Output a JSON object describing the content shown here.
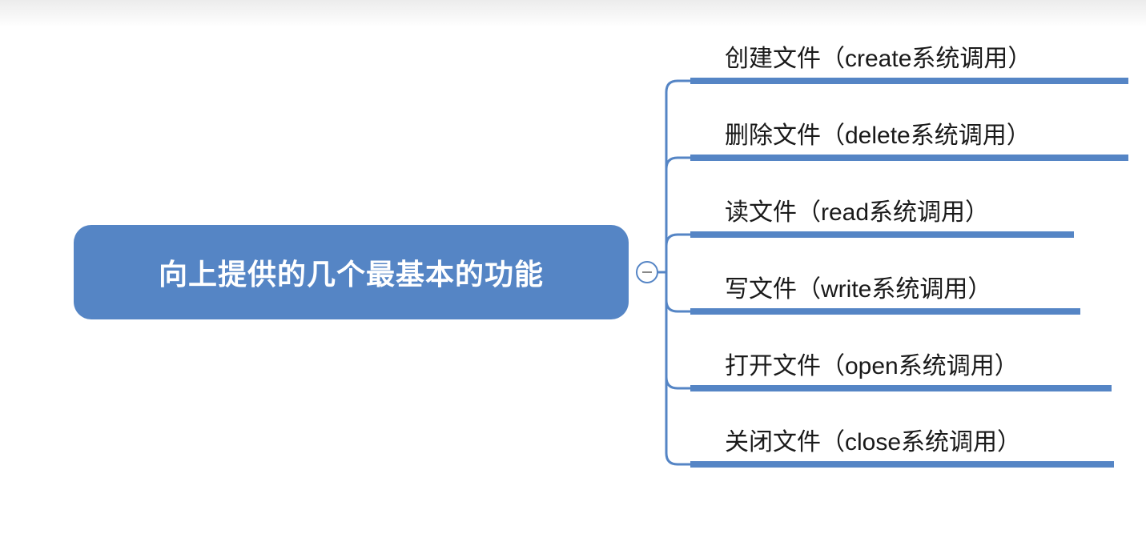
{
  "root": {
    "label": "向上提供的几个最基本的功能"
  },
  "branches": [
    {
      "label": "创建文件（create系统调用）"
    },
    {
      "label": "删除文件（delete系统调用）"
    },
    {
      "label": "读文件（read系统调用）"
    },
    {
      "label": "写文件（write系统调用）"
    },
    {
      "label": "打开文件（open系统调用）"
    },
    {
      "label": "关闭文件（close系统调用）"
    }
  ],
  "colors": {
    "accent": "#5585c5"
  }
}
